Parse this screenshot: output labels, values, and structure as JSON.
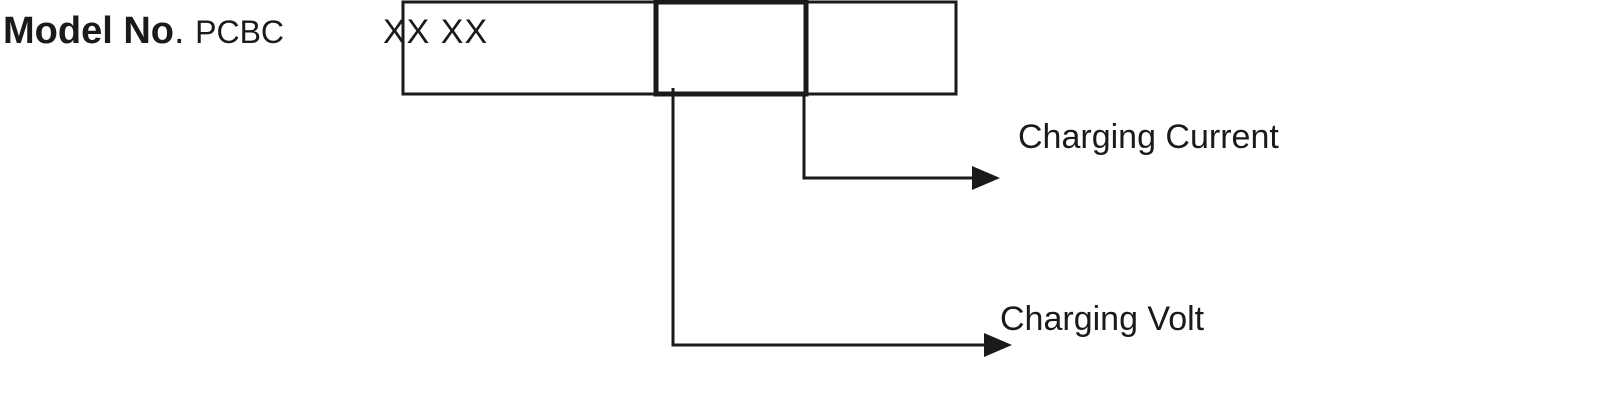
{
  "model": {
    "label": "Model No",
    "dot": ".",
    "prefix": "PCBC",
    "code": "XX  XX"
  },
  "annotations": {
    "charging_current": "Charging Current",
    "charging_volt": "Charging Volt"
  },
  "colors": {
    "ink": "#1a1a1a",
    "background": "#ffffff"
  }
}
